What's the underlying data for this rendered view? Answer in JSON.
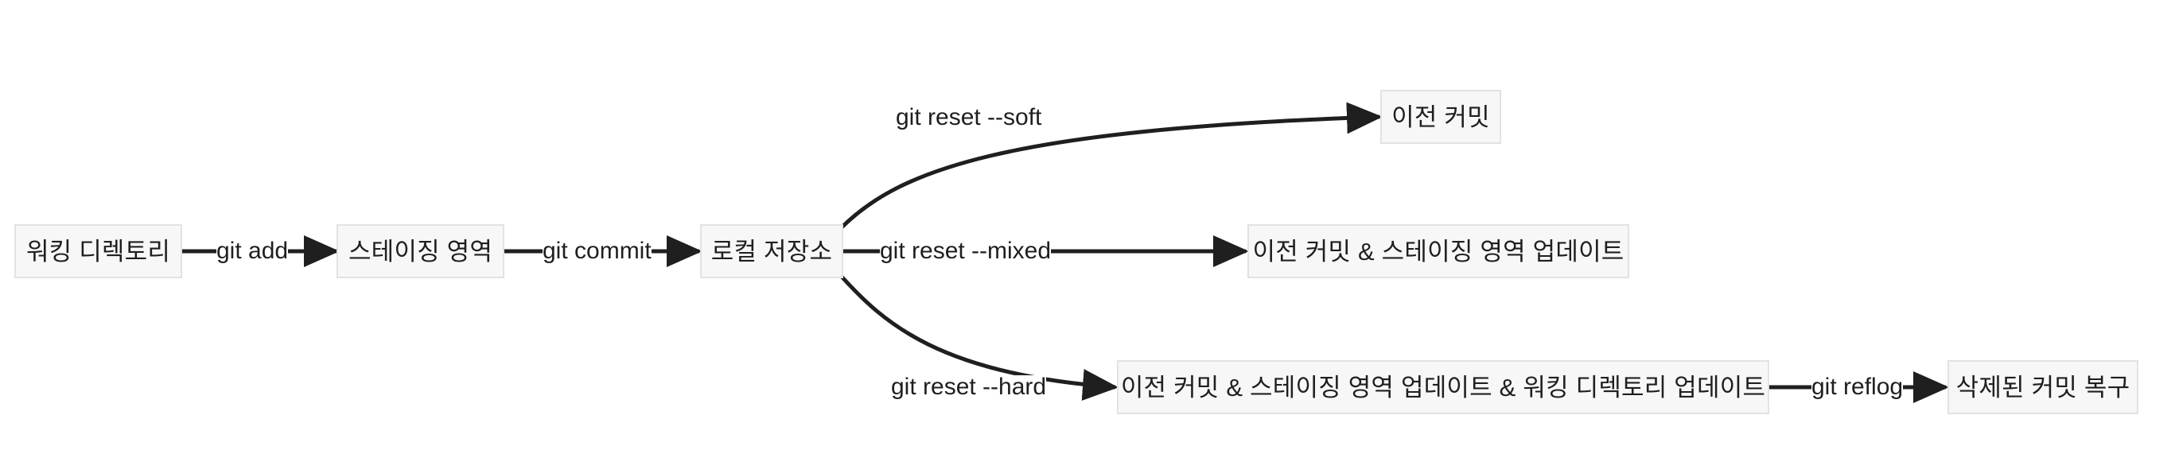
{
  "diagram": {
    "type": "flowchart",
    "orientation": "left-to-right",
    "background_color": "#ffffff",
    "node_fill_color": "#f7f7f7",
    "node_border_color": "#e2e2e2",
    "edge_color": "#1f1f1f",
    "text_color": "#1f1f1f",
    "nodes": [
      {
        "id": "working-directory",
        "label": "워킹 디렉토리"
      },
      {
        "id": "staging-area",
        "label": "스테이징 영역"
      },
      {
        "id": "local-repository",
        "label": "로컬 저장소"
      },
      {
        "id": "previous-commit",
        "label": "이전 커밋"
      },
      {
        "id": "previous-commit-staging",
        "label": "이전 커밋 & 스테이징 영역 업데이트"
      },
      {
        "id": "previous-commit-staging-working",
        "label": "이전 커밋 & 스테이징 영역 업데이트 & 워킹 디렉토리 업데이트"
      },
      {
        "id": "recover-deleted-commit",
        "label": "삭제된 커밋 복구"
      }
    ],
    "edges": [
      {
        "id": "edge-git-add",
        "label": "git add",
        "from": "working-directory",
        "to": "staging-area",
        "shape": "straight"
      },
      {
        "id": "edge-git-commit",
        "label": "git commit",
        "from": "staging-area",
        "to": "local-repository",
        "shape": "straight"
      },
      {
        "id": "edge-git-reset-soft",
        "label": "git reset --soft",
        "from": "local-repository",
        "to": "previous-commit",
        "shape": "curved-up"
      },
      {
        "id": "edge-git-reset-mixed",
        "label": "git reset --mixed",
        "from": "local-repository",
        "to": "previous-commit-staging",
        "shape": "straight"
      },
      {
        "id": "edge-git-reset-hard",
        "label": "git reset --hard",
        "from": "local-repository",
        "to": "previous-commit-staging-working",
        "shape": "curved-down"
      },
      {
        "id": "edge-git-reflog",
        "label": "git reflog",
        "from": "previous-commit-staging-working",
        "to": "recover-deleted-commit",
        "shape": "straight"
      }
    ]
  }
}
